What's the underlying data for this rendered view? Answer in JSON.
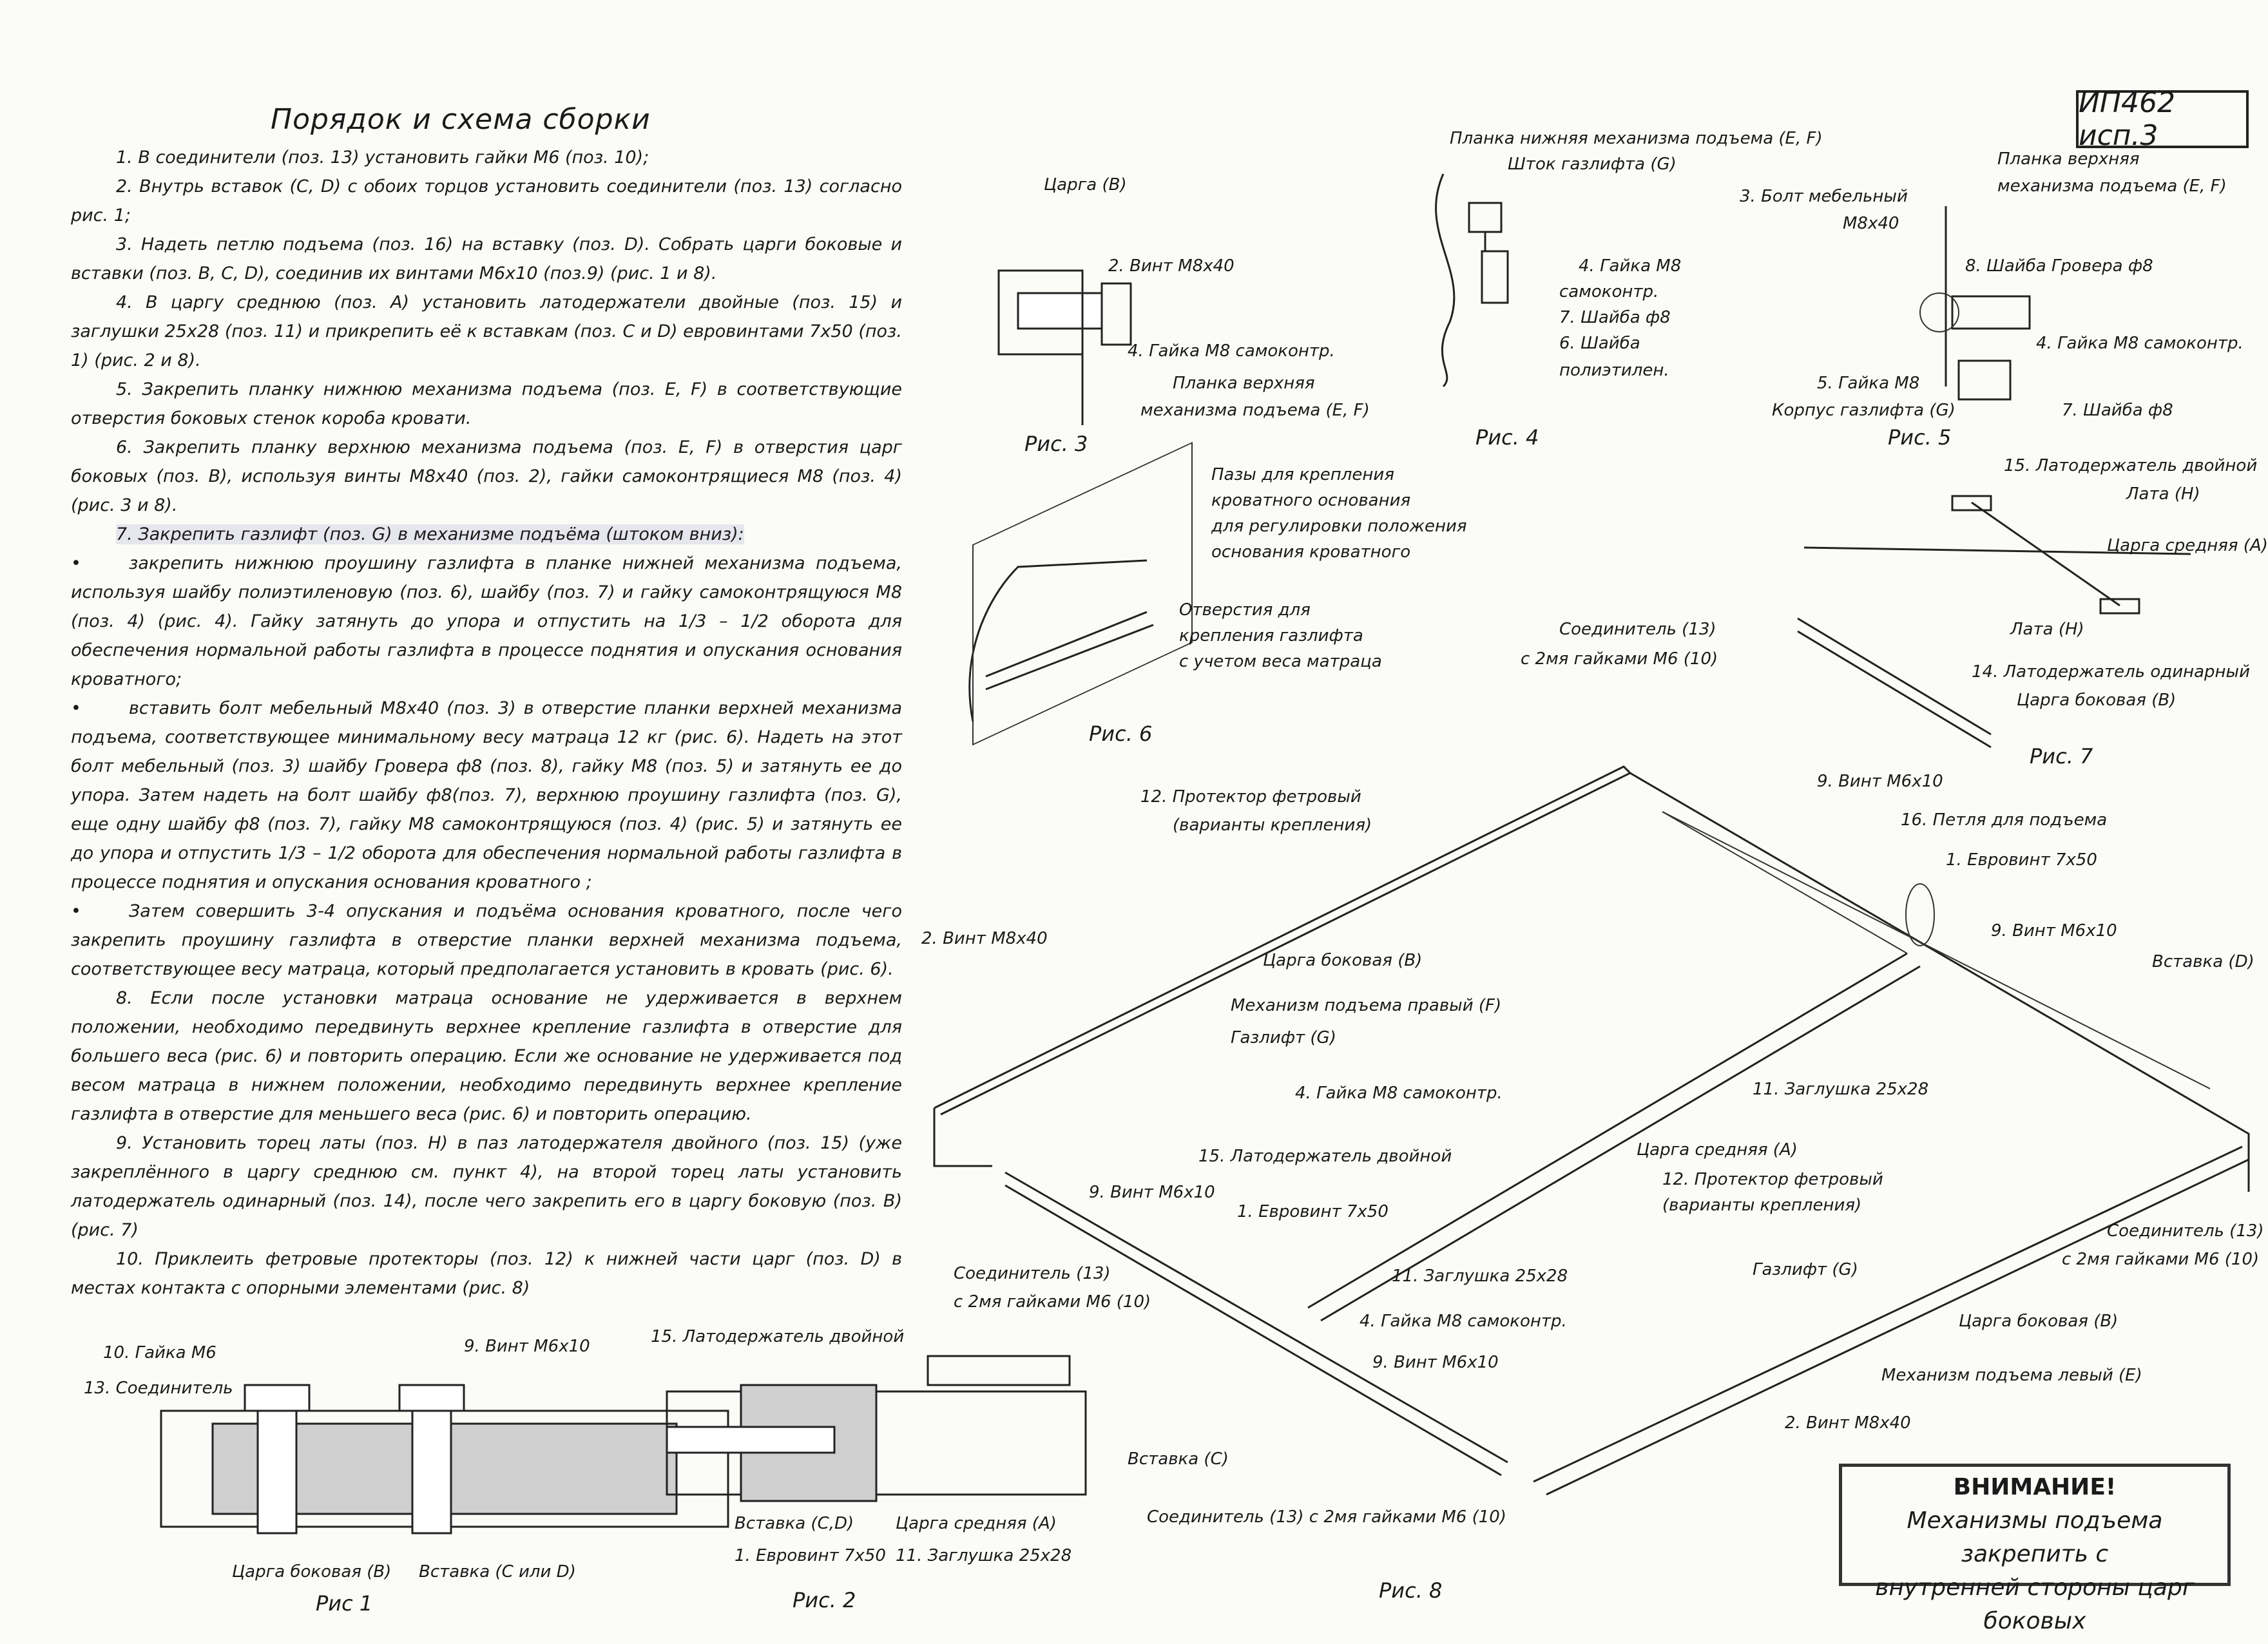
{
  "header": {
    "title": "Порядок и схема сборки",
    "code": "ИП462 исп.3"
  },
  "instructions": [
    "1. В соединители (поз. 13) установить гайки М6 (поз. 10);",
    "2. Внутрь вставок (С, D) с обоих торцов установить соединители (поз. 13) согласно рис. 1;",
    "3. Надеть петлю подъема (поз. 16) на вставку (поз. D). Собрать царги боковые и вставки (поз. В, С, D), соединив их винтами М6х10 (поз.9) (рис. 1 и 8).",
    "4. В царгу среднюю (поз. А) установить латодержатели двойные (поз. 15) и заглушки 25х28 (поз. 11) и прикрепить её к вставкам (поз. С и D) евровинтами 7х50 (поз. 1) (рис. 2 и 8).",
    "5. Закрепить планку нижнюю механизма подъема (поз. E, F) в соответствующие отверстия боковых стенок короба кровати.",
    "6. Закрепить планку верхнюю механизма подъема (поз. E, F) в отверстия царг боковых (поз. В), используя винты М8х40 (поз. 2), гайки самоконтрящиеся М8 (поз. 4) (рис. 3 и 8).",
    "7. Закрепить газлифт (поз. G) в механизме подъёма (штоком вниз):"
  ],
  "bullets": [
    "закрепить нижнюю проушину газлифта в планке нижней механизма подъема, используя шайбу полиэтиленовую (поз. 6), шайбу (поз. 7) и гайку самоконтрящуюся М8 (поз. 4) (рис. 4). Гайку затянуть до упора и отпустить на 1/3 – 1/2 оборота для обеспечения нормальной работы газлифта в процессе поднятия и опускания основания кроватного;",
    "вставить болт мебельный М8х40 (поз. 3) в отверстие планки верхней механизма подъема, соответствующее минимальному весу матраца 12 кг (рис. 6). Надеть на этот болт мебельный (поз. 3) шайбу Гровера ф8 (поз. 8), гайку М8 (поз. 5) и затянуть ее до упора. Затем надеть на болт шайбу ф8(поз. 7), верхнюю проушину газлифта (поз. G), еще одну шайбу ф8 (поз. 7), гайку М8 самоконтрящуюся (поз. 4) (рис. 5) и затянуть ее до упора и отпустить 1/3 – 1/2 оборота для обеспечения нормальной работы газлифта в процессе поднятия и опускания основания кроватного ;",
    "Затем совершить 3-4 опускания и подъёма основания кроватного, после чего закрепить проушину газлифта в отверстие планки верхней механизма подъема, соответствующее весу матраца, который предполагается установить в кровать (рис. 6)."
  ],
  "instructions_tail": [
    "8. Если после установки матраца основание не удерживается в верхнем положении, необходимо передвинуть верхнее крепление газлифта в отверстие для большего веса (рис. 6) и повторить операцию. Если же основание не удерживается под весом матраца в нижнем положении, необходимо передвинуть верхнее крепление газлифта в отверстие для меньшего веса (рис. 6) и повторить операцию.",
    "9. Установить торец латы (поз. Н) в паз латодержателя двойного (поз. 15) (уже закреплённого в царгу среднюю см. пункт 4), на второй торец латы установить латодержатель одинарный (поз. 14), после чего закрепить его в царгу боковую (поз. В) (рис. 7)",
    "10. Приклеить фетровые протекторы (поз. 12) к нижней части царг (поз. D) в местах контакта с опорными элементами (рис. 8)"
  ],
  "figures": {
    "f1": "Рис 1",
    "f2": "Рис. 2",
    "f3": "Рис. 3",
    "f4": "Рис. 4",
    "f5": "Рис. 5",
    "f6": "Рис. 6",
    "f7": "Рис. 7",
    "f8": "Рис. 8"
  },
  "labels": {
    "fig1": [
      "10. Гайка М6",
      "13. Соединитель",
      "9. Винт М6х10",
      "Царга боковая (В)",
      "Вставка (С или D)"
    ],
    "fig2": [
      "15. Латодержатель двойной",
      "Вставка (С,D)",
      "Царга средняя (А)",
      "1. Евровинт 7х50",
      "11. Заглушка 25х28"
    ],
    "fig3": [
      "Царга (В)",
      "2. Винт М8х40",
      "4. Гайка М8 самоконтр.",
      "Планка верхняя",
      "механизма подъема (E, F)"
    ],
    "fig4": [
      "Планка нижняя механизма подъема (E, F)",
      "Шток газлифта (G)",
      "4. Гайка М8",
      "самоконтр.",
      "7. Шайба ф8",
      "6. Шайба",
      "полиэтилен."
    ],
    "fig5": [
      "Планка верхняя",
      "механизма подъема (E, F)",
      "3. Болт мебельный",
      "М8х40",
      "8. Шайба Гровера ф8",
      "4. Гайка М8 самоконтр.",
      "5. Гайка М8",
      "Корпус газлифта (G)",
      "7. Шайба ф8"
    ],
    "fig6": [
      "Пазы для крепления",
      "кроватного основания",
      "для регулировки положения",
      "основания кроватного",
      "Отверстия для",
      "крепления газлифта",
      "с учетом веса матраца"
    ],
    "fig7": [
      "15. Латодержатель двойной",
      "Лата (Н)",
      "Царга средняя (А)",
      "Лата (Н)",
      "14. Латодержатель одинарный",
      "Царга боковая (В)"
    ],
    "fig8": [
      "Соединитель (13)",
      "с 2мя гайками М6 (10)",
      "9. Винт М6х10",
      "16. Петля для подъема",
      "12. Протектор фетровый",
      "(варианты крепления)",
      "1. Евровинт 7х50",
      "9. Винт М6х10",
      "Вставка (D)",
      "2. Винт М8х40",
      "Царга боковая (В)",
      "Механизм подъема правый (F)",
      "Газлифт (G)",
      "4. Гайка М8 самоконтр.",
      "11. Заглушка 25х28",
      "15. Латодержатель двойной",
      "Царга средняя (А)",
      "12. Протектор фетровый",
      "(варианты крепления)",
      "9. Винт М6х10",
      "1. Евровинт 7х50",
      "Соединитель (13)",
      "с 2мя гайками М6 (10)",
      "11. Заглушка 25х28",
      "Соединитель (13)",
      "с 2мя гайками М6 (10)",
      "Газлифт (G)",
      "4. Гайка М8 самоконтр.",
      "9. Винт М6х10",
      "Царга боковая (В)",
      "Механизм подъема левый (E)",
      "2. Винт М8х40",
      "Вставка (С)",
      "Соединитель (13) с 2мя гайками М6 (10)"
    ]
  },
  "warning": {
    "title": "ВНИМАНИЕ!",
    "text1": "Механизмы подъема закрепить с",
    "text2": "внутренней стороны царг боковых"
  }
}
